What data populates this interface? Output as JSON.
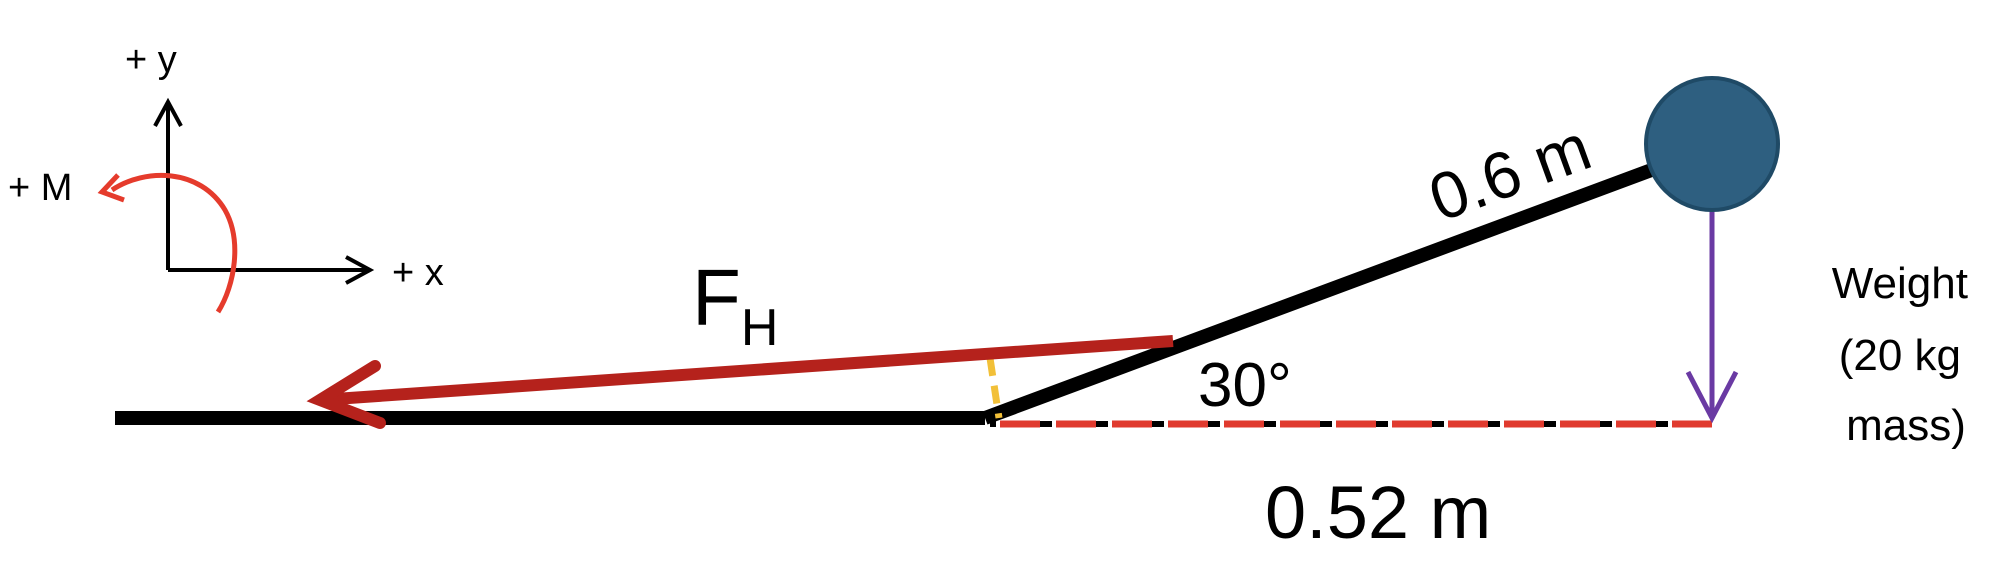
{
  "axes": {
    "y_label": "+ y",
    "x_label": "+ x",
    "moment_label": "+ M"
  },
  "force": {
    "symbol": "F",
    "subscript": "H"
  },
  "angle_label": "30°",
  "arm_length_label": "0.6 m",
  "horizontal_distance_label": "0.52 m",
  "weight": {
    "line1": "Weight",
    "line2": "(20 kg",
    "line3": "mass)"
  },
  "colors": {
    "beam": "#000000",
    "force_arrow": "#b5221c",
    "moment_arrow": "#e53b2c",
    "dashed_reference": "#e03a2e",
    "perpendicular_marker": "#f2c038",
    "weight_arrow": "#6a3aa3",
    "mass": "#2e5f80",
    "mass_outline": "#1f4a66"
  }
}
